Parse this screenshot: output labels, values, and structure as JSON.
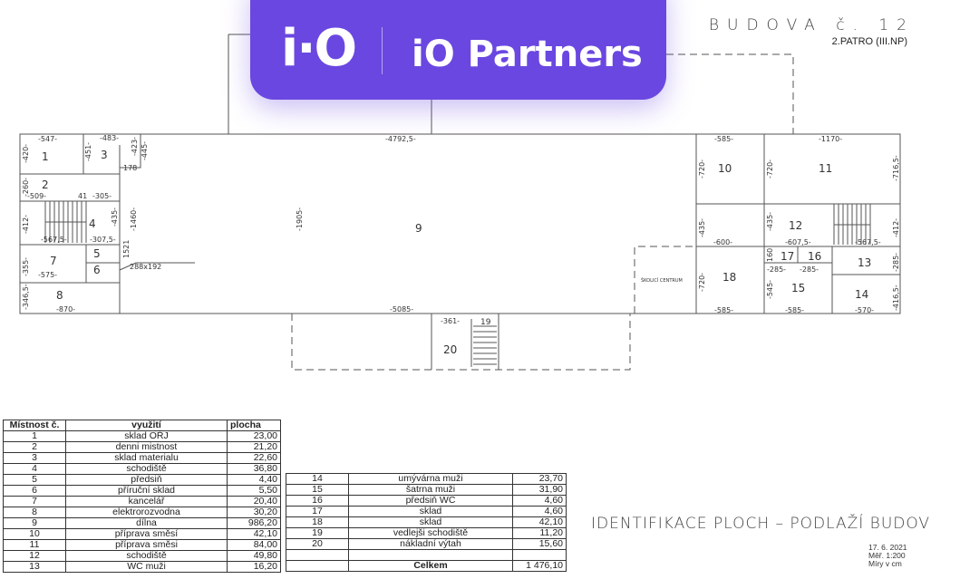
{
  "brand": {
    "mark": "i·O",
    "name": "iO Partners",
    "color": "#6a47e0"
  },
  "header": {
    "building": "BUDOVA č. 12",
    "floor": "2.PATRO  (III.NP)"
  },
  "plan": {
    "rooms": [
      "1",
      "2",
      "3",
      "4",
      "5",
      "6",
      "7",
      "8",
      "9",
      "10",
      "11",
      "12",
      "13",
      "14",
      "15",
      "16",
      "17",
      "18",
      "19",
      "20"
    ],
    "dims": {
      "d547": "-547-",
      "d483": "-483-",
      "d420": "-420-",
      "d451": "-451-",
      "d423": "-423-",
      "d445": "-445-",
      "d178": "178",
      "d260": "-260-",
      "d509": "-509-",
      "d41": "41",
      "d305": "-305-",
      "d412a": "-412-",
      "d435a": "-435-",
      "d1460": "-1460-",
      "d5675a": "-567,5-",
      "d3075": "-307,5-",
      "d1521": "1521",
      "d355": "-355-",
      "d575": "-575-",
      "d288": "288x192",
      "d3465": "-346,5-",
      "d870": "-870-",
      "d47925": "-4792,5-",
      "d1905": "-1905-",
      "d5085": "-5085-",
      "d361": "-361-",
      "d585a": "-585-",
      "d1170": "-1170-",
      "d720a": "-720-",
      "d720b": "-720-",
      "d7165": "-716,5-",
      "d435b": "-435-",
      "d435c": "-435-",
      "d412b": "-412-",
      "d600": "-600-",
      "d6075": "-607,5-",
      "d5675b": "-567,5-",
      "d160": "160",
      "d285a": "-285-",
      "d285b": "-285-",
      "d285c": "-285-",
      "d720c": "-720-",
      "d545": "-545-",
      "d4165": "-416,5-",
      "d585b": "-585-",
      "d585c": "-585-",
      "d570": "-570-"
    },
    "skolici": "ŠKOLICÍ CENTRUM"
  },
  "table1": {
    "headers": [
      "Místnost č.",
      "využití",
      "plocha"
    ],
    "rows": [
      [
        "1",
        "sklad OŘJ",
        "23,00"
      ],
      [
        "2",
        "denni mistnost",
        "21,20"
      ],
      [
        "3",
        "sklad materialu",
        "22,60"
      ],
      [
        "4",
        "schodiště",
        "36,80"
      ],
      [
        "5",
        "předsiň",
        "4,40"
      ],
      [
        "6",
        "příruční sklad",
        "5,50"
      ],
      [
        "7",
        "kancelář",
        "20,40"
      ],
      [
        "8",
        "elektrorozvodna",
        "30,20"
      ],
      [
        "9",
        "dílna",
        "986,20"
      ],
      [
        "10",
        "příprava směsí",
        "42,10"
      ],
      [
        "11",
        "příprava směsi",
        "84,00"
      ],
      [
        "12",
        "schodiště",
        "49,80"
      ],
      [
        "13",
        "WC muži",
        "16,20"
      ]
    ]
  },
  "table2": {
    "rows": [
      [
        "14",
        "umývárna muži",
        "23,70"
      ],
      [
        "15",
        "šatrna muži",
        "31,90"
      ],
      [
        "16",
        "předsiň WC",
        "4,60"
      ],
      [
        "17",
        "sklad",
        "4,60"
      ],
      [
        "18",
        "sklad",
        "42,10"
      ],
      [
        "19",
        "vedlejši schodiště",
        "11,20"
      ],
      [
        "20",
        "nákladní výtah",
        "15,60"
      ]
    ],
    "total_label": "Celkem",
    "total_value": "1 476,10"
  },
  "footer": {
    "title": "IDENTIFIKACE PLOCH – PODLAŽÍ BUDOV",
    "date": "17. 6. 2021",
    "scale": "Měř. 1:200",
    "units": "Míry v cm"
  }
}
